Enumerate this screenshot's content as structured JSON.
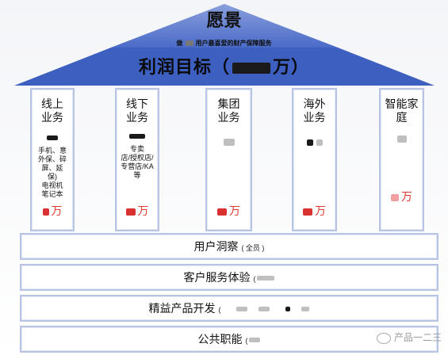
{
  "roof": {
    "vision_title": "愿景",
    "vision_subtitle_prefix": "做",
    "vision_subtitle": "用户最喜爱的财产保障服务",
    "profit_title": "利润目标（",
    "profit_suffix": "万）"
  },
  "pillars": [
    {
      "name": "线上\n业务",
      "desc": "手机、意\n外保、碎\n屏、延\n保)\n电视机\n笔记本",
      "target_suffix": "万"
    },
    {
      "name": "线下\n业务",
      "desc": "专卖\n店/授权店/\n专营店/KA\n等",
      "target_suffix": "万"
    },
    {
      "name": "集团\n业务",
      "desc": "",
      "target_suffix": "万"
    },
    {
      "name": "海外\n业务",
      "desc": "",
      "target_suffix": "万"
    },
    {
      "name": "智能家\n庭",
      "desc": "",
      "target_suffix": "万"
    }
  ],
  "layers": [
    {
      "label": "用户洞察",
      "note": "( 全员 )"
    },
    {
      "label": "客户服务体验",
      "note": "("
    },
    {
      "label": "精益产品开发",
      "note": "("
    },
    {
      "label": "公共职能",
      "note": "("
    }
  ],
  "watermark": {
    "text": "产品一二三"
  },
  "colors": {
    "roof_blue": "#3f63c4",
    "pillar_border": "#b9c4e4",
    "target_red": "#e03a2f"
  }
}
